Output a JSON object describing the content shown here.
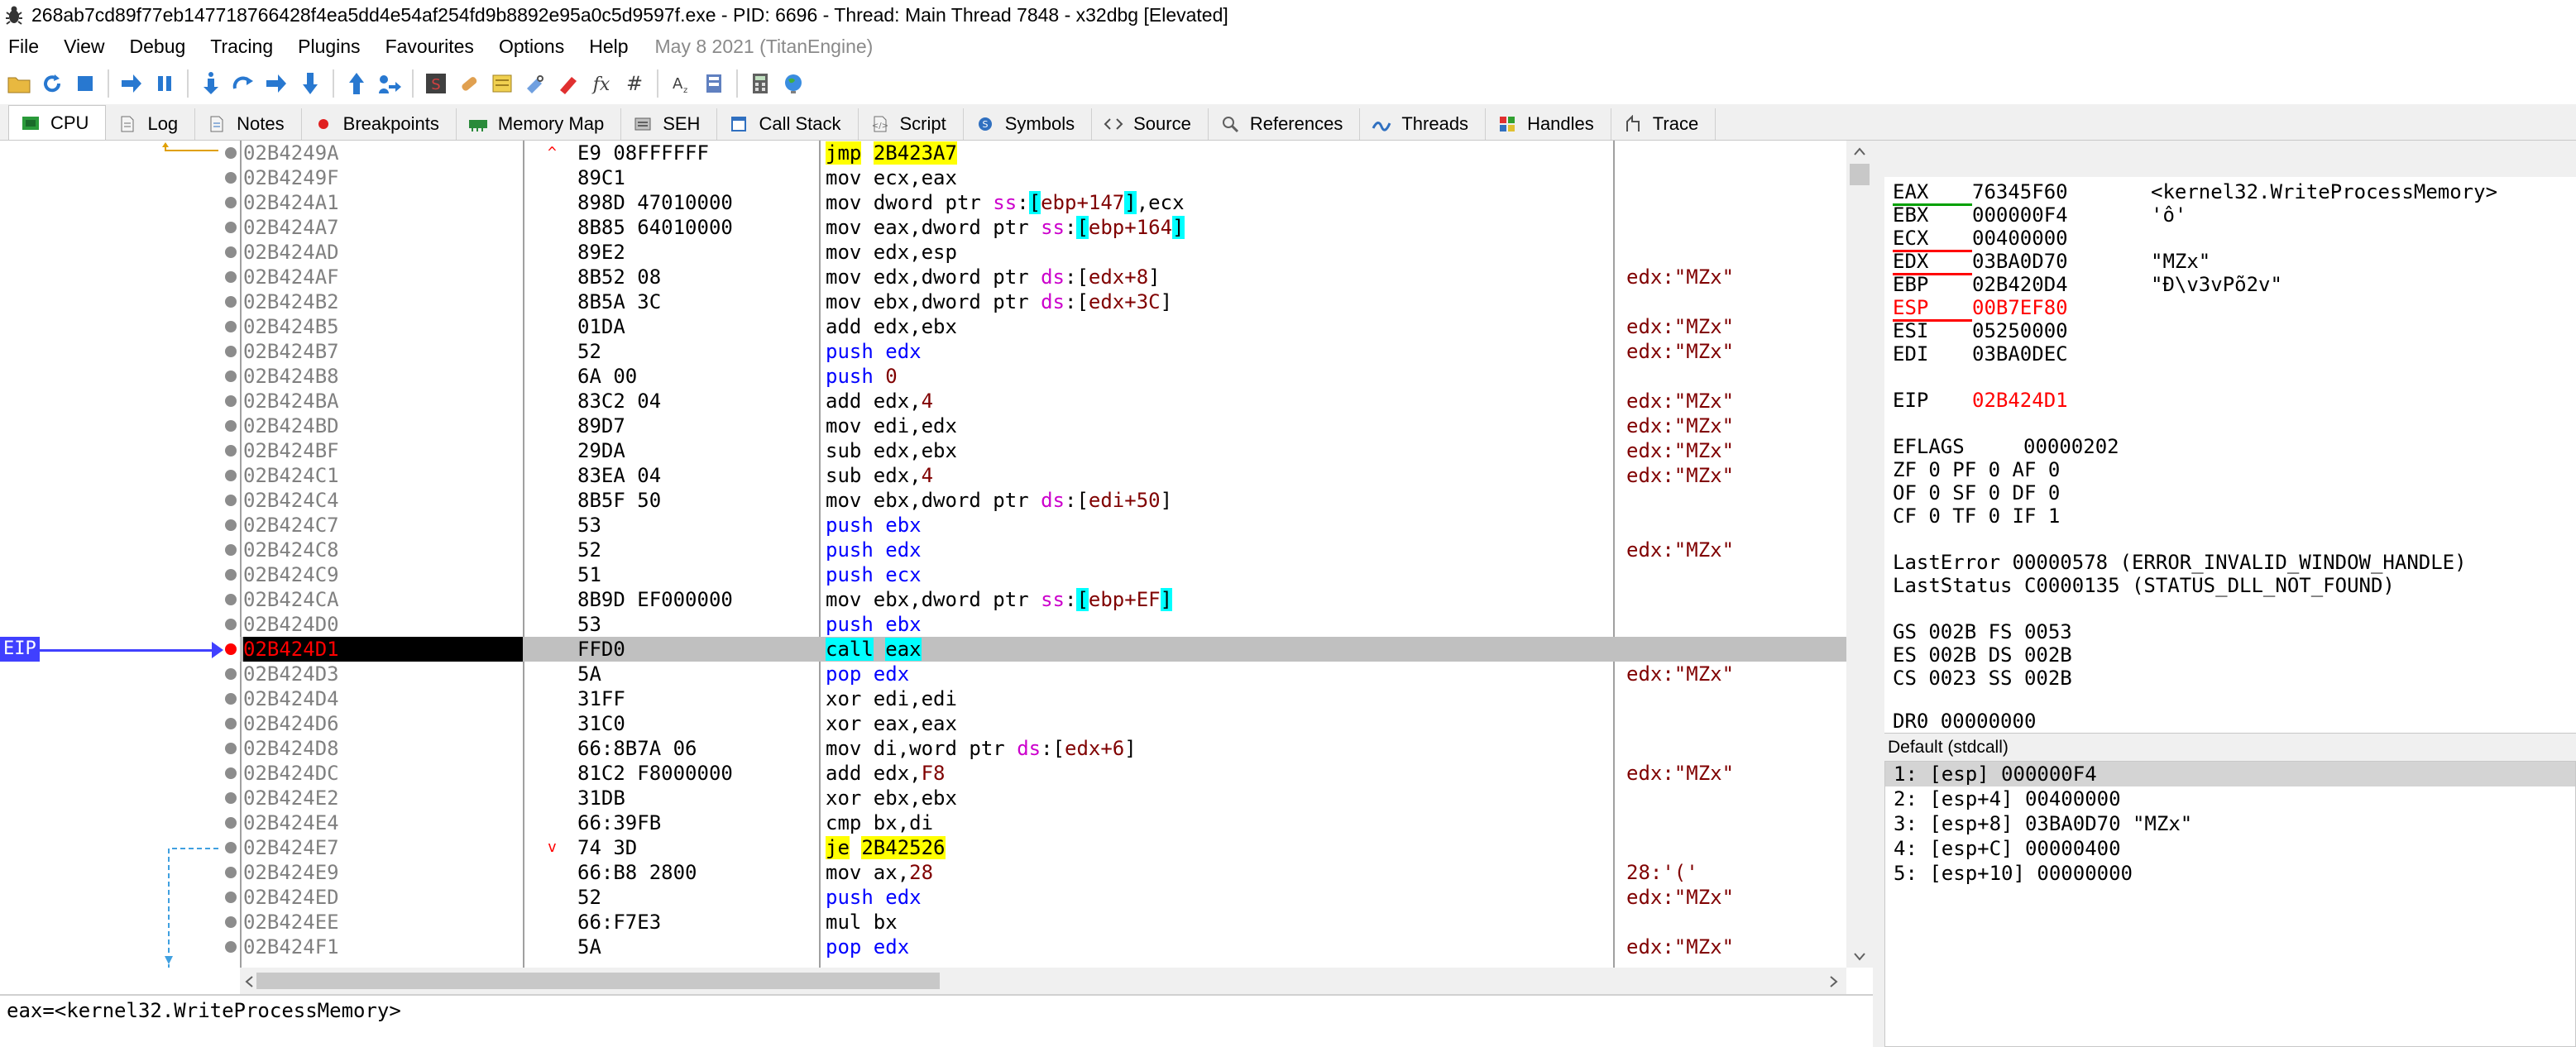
{
  "window": {
    "title": "268ab7cd89f77eb147718766428f4ea5dd4e54af254fd9b8892e95a0c5d9597f.exe - PID: 6696 - Thread: Main Thread 7848 - x32dbg [Elevated]"
  },
  "menu": {
    "items": [
      "File",
      "View",
      "Debug",
      "Tracing",
      "Plugins",
      "Favourites",
      "Options",
      "Help"
    ],
    "date": "May 8 2021 (TitanEngine)"
  },
  "toolbar": {
    "icons": [
      "open-icon",
      "restart-icon",
      "stop-icon",
      "run-icon",
      "pause-icon",
      "step-into-icon",
      "step-over-icon",
      "trace-into-icon",
      "trace-over-icon",
      "execute-till-return-icon",
      "run-to-user-code-icon",
      "script-icon",
      "patch-icon",
      "comments-icon",
      "labels-icon",
      "bookmarks-icon",
      "functions-icon",
      "hash-icon",
      "font-icon",
      "pe-icon",
      "calculator-icon",
      "globe-icon"
    ]
  },
  "tabs": [
    {
      "label": "CPU",
      "icon": "cpu-icon",
      "active": true
    },
    {
      "label": "Log",
      "icon": "log-icon"
    },
    {
      "label": "Notes",
      "icon": "notes-icon"
    },
    {
      "label": "Breakpoints",
      "icon": "breakpoint-icon"
    },
    {
      "label": "Memory Map",
      "icon": "memory-icon"
    },
    {
      "label": "SEH",
      "icon": "seh-icon"
    },
    {
      "label": "Call Stack",
      "icon": "callstack-icon"
    },
    {
      "label": "Script",
      "icon": "script-icon"
    },
    {
      "label": "Symbols",
      "icon": "symbols-icon"
    },
    {
      "label": "Source",
      "icon": "source-icon"
    },
    {
      "label": "References",
      "icon": "references-icon"
    },
    {
      "label": "Threads",
      "icon": "threads-icon"
    },
    {
      "label": "Handles",
      "icon": "handles-icon"
    },
    {
      "label": "Trace",
      "icon": "trace-icon"
    }
  ],
  "colors": {
    "selected_row": "#c0c0c0",
    "breakpoint": "#ff0000",
    "eip_marker": "#4040ff",
    "jmp_highlight": "#ffff00",
    "call_highlight": "#00ffff"
  },
  "disasm": {
    "eip_label": "EIP",
    "rows": [
      {
        "addr": "02B4249A",
        "bytes": "E9 08FFFFFF",
        "arrow": "^",
        "comment": ""
      },
      {
        "addr": "02B4249F",
        "bytes": "89C1",
        "comment": ""
      },
      {
        "addr": "02B424A1",
        "bytes": "898D 47010000",
        "comment": ""
      },
      {
        "addr": "02B424A7",
        "bytes": "8B85 64010000",
        "comment": ""
      },
      {
        "addr": "02B424AD",
        "bytes": "89E2",
        "comment": ""
      },
      {
        "addr": "02B424AF",
        "bytes": "8B52 08",
        "comment": "edx:\"MZx\""
      },
      {
        "addr": "02B424B2",
        "bytes": "8B5A 3C",
        "comment": ""
      },
      {
        "addr": "02B424B5",
        "bytes": "01DA",
        "comment": "edx:\"MZx\""
      },
      {
        "addr": "02B424B7",
        "bytes": "52",
        "comment": "edx:\"MZx\""
      },
      {
        "addr": "02B424B8",
        "bytes": "6A 00",
        "comment": ""
      },
      {
        "addr": "02B424BA",
        "bytes": "83C2 04",
        "comment": "edx:\"MZx\""
      },
      {
        "addr": "02B424BD",
        "bytes": "89D7",
        "comment": "edx:\"MZx\""
      },
      {
        "addr": "02B424BF",
        "bytes": "29DA",
        "comment": "edx:\"MZx\""
      },
      {
        "addr": "02B424C1",
        "bytes": "83EA 04",
        "comment": "edx:\"MZx\""
      },
      {
        "addr": "02B424C4",
        "bytes": "8B5F 50",
        "comment": ""
      },
      {
        "addr": "02B424C7",
        "bytes": "53",
        "comment": ""
      },
      {
        "addr": "02B424C8",
        "bytes": "52",
        "comment": "edx:\"MZx\""
      },
      {
        "addr": "02B424C9",
        "bytes": "51",
        "comment": ""
      },
      {
        "addr": "02B424CA",
        "bytes": "8B9D EF000000",
        "comment": ""
      },
      {
        "addr": "02B424D0",
        "bytes": "53",
        "comment": ""
      },
      {
        "addr": "02B424D1",
        "bytes": "FFD0",
        "comment": "",
        "selected": true
      },
      {
        "addr": "02B424D3",
        "bytes": "5A",
        "comment": "edx:\"MZx\""
      },
      {
        "addr": "02B424D4",
        "bytes": "31FF",
        "comment": ""
      },
      {
        "addr": "02B424D6",
        "bytes": "31C0",
        "comment": ""
      },
      {
        "addr": "02B424D8",
        "bytes": "66:8B7A 06",
        "comment": ""
      },
      {
        "addr": "02B424DC",
        "bytes": "81C2 F8000000",
        "comment": "edx:\"MZx\""
      },
      {
        "addr": "02B424E2",
        "bytes": "31DB",
        "comment": ""
      },
      {
        "addr": "02B424E4",
        "bytes": "66:39FB",
        "comment": ""
      },
      {
        "addr": "02B424E7",
        "bytes": "74 3D",
        "arrow": "v",
        "comment": ""
      },
      {
        "addr": "02B424E9",
        "bytes": "66:B8 2800",
        "comment": "28:'('"
      },
      {
        "addr": "02B424ED",
        "bytes": "52",
        "comment": "edx:\"MZx\""
      },
      {
        "addr": "02B424EE",
        "bytes": "66:F7E3",
        "comment": ""
      },
      {
        "addr": "02B424F1",
        "bytes": "5A",
        "comment": "edx:\"MZx\""
      }
    ]
  },
  "info": {
    "text": "eax=<kernel32.WriteProcessMemory>"
  },
  "registers": {
    "general": [
      {
        "name": "EAX",
        "value": "76345F60",
        "comment": "<kernel32.WriteProcessMemory>",
        "underline": "green"
      },
      {
        "name": "EBX",
        "value": "000000F4",
        "comment": "'ô'"
      },
      {
        "name": "ECX",
        "value": "00400000",
        "comment": "",
        "underline": "red"
      },
      {
        "name": "EDX",
        "value": "03BA0D70",
        "comment": "\"MZx\"",
        "underline": "red"
      },
      {
        "name": "EBP",
        "value": "02B420D4",
        "comment": "\"Ð\\v3vPõ2v\""
      },
      {
        "name": "ESP",
        "value": "00B7EF80",
        "comment": "",
        "underline": "red",
        "changed": true
      },
      {
        "name": "ESI",
        "value": "05250000",
        "comment": ""
      },
      {
        "name": "EDI",
        "value": "03BA0DEC",
        "comment": ""
      }
    ],
    "eip": {
      "name": "EIP",
      "value": "02B424D1"
    },
    "eflags": {
      "name": "EFLAGS",
      "value": "00000202"
    },
    "flags_lines": [
      "ZF 0  PF 0  AF 0",
      "OF 0  SF 0  DF 0",
      "CF 0  TF 0  IF 1"
    ],
    "last_error": "LastError  00000578 (ERROR_INVALID_WINDOW_HANDLE)",
    "last_status": "LastStatus C0000135 (STATUS_DLL_NOT_FOUND)",
    "seg_lines": [
      "GS 002B  FS 0053",
      "ES 002B  DS 002B",
      "CS 0023  SS 002B"
    ],
    "dr0": "DR0 00000000"
  },
  "stack": {
    "title": "Default (stdcall)",
    "items": [
      "1: [esp] 000000F4",
      "2: [esp+4] 00400000",
      "3: [esp+8] 03BA0D70 \"MZx\"",
      "4: [esp+C] 00000400",
      "5: [esp+10] 00000000"
    ]
  }
}
